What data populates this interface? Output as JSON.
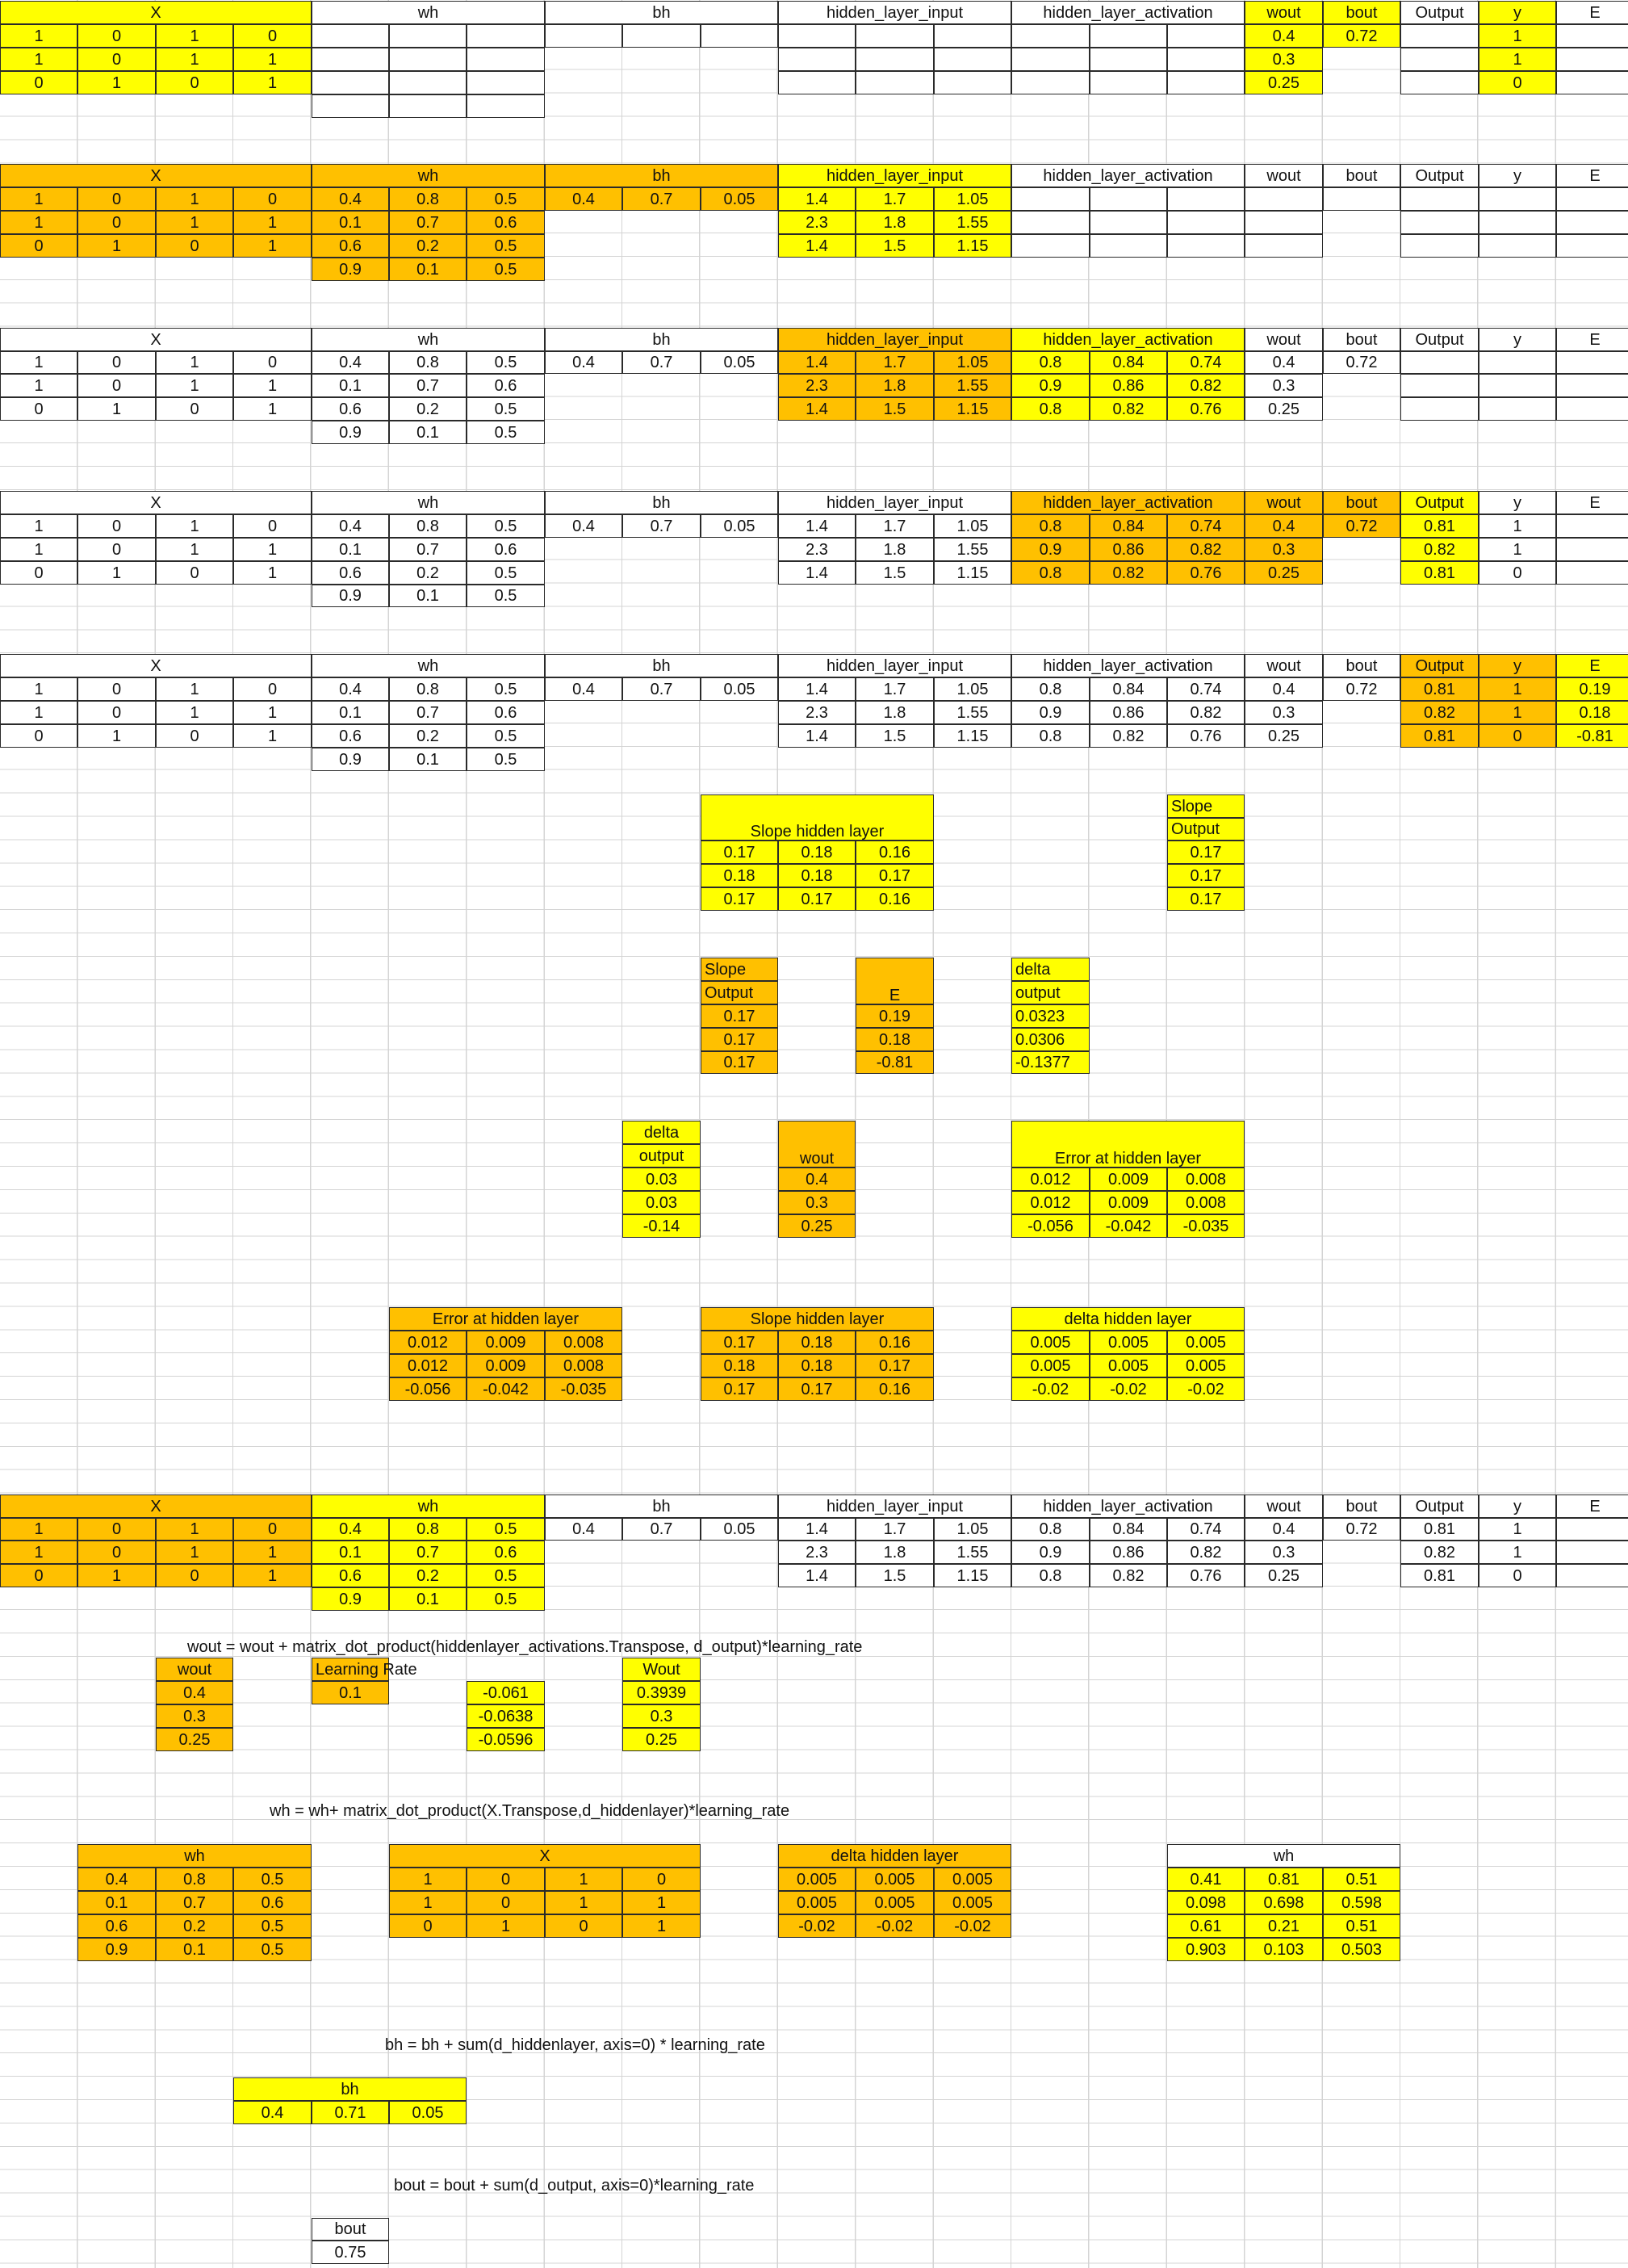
{
  "labels": {
    "X": "X",
    "wh": "wh",
    "bh": "bh",
    "hidden_layer_input": "hidden_layer_input",
    "hidden_layer_activation": "hidden_layer_activation",
    "wout": "wout",
    "bout": "bout",
    "output": "Output",
    "y": "y",
    "E": "E",
    "slope_hidden_layer": "Slope hidden layer",
    "slope": "Slope",
    "output_word": "Output",
    "delta": "delta",
    "output_lc": "output",
    "error_at_hidden_layer": "Error at hidden layer",
    "delta_hidden_layer": "delta hidden layer",
    "learning_rate": "Learning Rate",
    "Wout": "Wout"
  },
  "colors": {
    "yellow": "#ffff00",
    "orange": "#ffc000",
    "grid": "#d4d4d4"
  },
  "matrices": {
    "X": [
      [
        "1",
        "0",
        "1",
        "0"
      ],
      [
        "1",
        "0",
        "1",
        "1"
      ],
      [
        "0",
        "1",
        "0",
        "1"
      ]
    ],
    "wh": [
      [
        "0.4",
        "0.8",
        "0.5"
      ],
      [
        "0.1",
        "0.7",
        "0.6"
      ],
      [
        "0.6",
        "0.2",
        "0.5"
      ],
      [
        "0.9",
        "0.1",
        "0.5"
      ]
    ],
    "bh": [
      "0.4",
      "0.7",
      "0.05"
    ],
    "hidden_layer_input": [
      [
        "1.4",
        "1.7",
        "1.05"
      ],
      [
        "2.3",
        "1.8",
        "1.55"
      ],
      [
        "1.4",
        "1.5",
        "1.15"
      ]
    ],
    "hidden_layer_activation": [
      [
        "0.8",
        "0.84",
        "0.74"
      ],
      [
        "0.9",
        "0.86",
        "0.82"
      ],
      [
        "0.8",
        "0.82",
        "0.76"
      ]
    ],
    "wout": [
      "0.4",
      "0.3",
      "0.25"
    ],
    "bout": "0.72",
    "output": [
      "0.81",
      "0.82",
      "0.81"
    ],
    "y": [
      "1",
      "1",
      "0"
    ],
    "E": [
      "0.19",
      "0.18",
      "-0.81"
    ],
    "slope_hidden": [
      [
        "0.17",
        "0.18",
        "0.16"
      ],
      [
        "0.18",
        "0.18",
        "0.17"
      ],
      [
        "0.17",
        "0.17",
        "0.16"
      ]
    ],
    "slope_output": [
      "0.17",
      "0.17",
      "0.17"
    ],
    "delta_output_precise": [
      "0.0323",
      "0.0306",
      "-0.1377"
    ],
    "delta_output_rounded": [
      "0.03",
      "0.03",
      "-0.14"
    ],
    "error_hidden": [
      [
        "0.012",
        "0.009",
        "0.008"
      ],
      [
        "0.012",
        "0.009",
        "0.008"
      ],
      [
        "-0.056",
        "-0.042",
        "-0.035"
      ]
    ],
    "delta_hidden": [
      [
        "0.005",
        "0.005",
        "0.005"
      ],
      [
        "0.005",
        "0.005",
        "0.005"
      ],
      [
        "-0.02",
        "-0.02",
        "-0.02"
      ]
    ],
    "learning_rate": "0.1",
    "wout_step": [
      "-0.061",
      "-0.0638",
      "-0.0596"
    ],
    "wout_new": [
      "0.3939",
      "0.3",
      "0.25"
    ],
    "wh_new": [
      [
        "0.41",
        "0.81",
        "0.51"
      ],
      [
        "0.098",
        "0.698",
        "0.598"
      ],
      [
        "0.61",
        "0.21",
        "0.51"
      ],
      [
        "0.903",
        "0.103",
        "0.503"
      ]
    ],
    "bh_new": [
      "0.4",
      "0.71",
      "0.05"
    ],
    "bout_new": "0.75"
  },
  "formulas": {
    "wout": "wout = wout + matrix_dot_product(hiddenlayer_activations.Transpose, d_output)*learning_rate",
    "wh": "wh =  wh+ matrix_dot_product(X.Transpose,d_hiddenlayer)*learning_rate",
    "bh": "bh = bh + sum(d_hiddenlayer, axis=0) * learning_rate",
    "bout": "bout = bout + sum(d_output, axis=0)*learning_rate"
  }
}
